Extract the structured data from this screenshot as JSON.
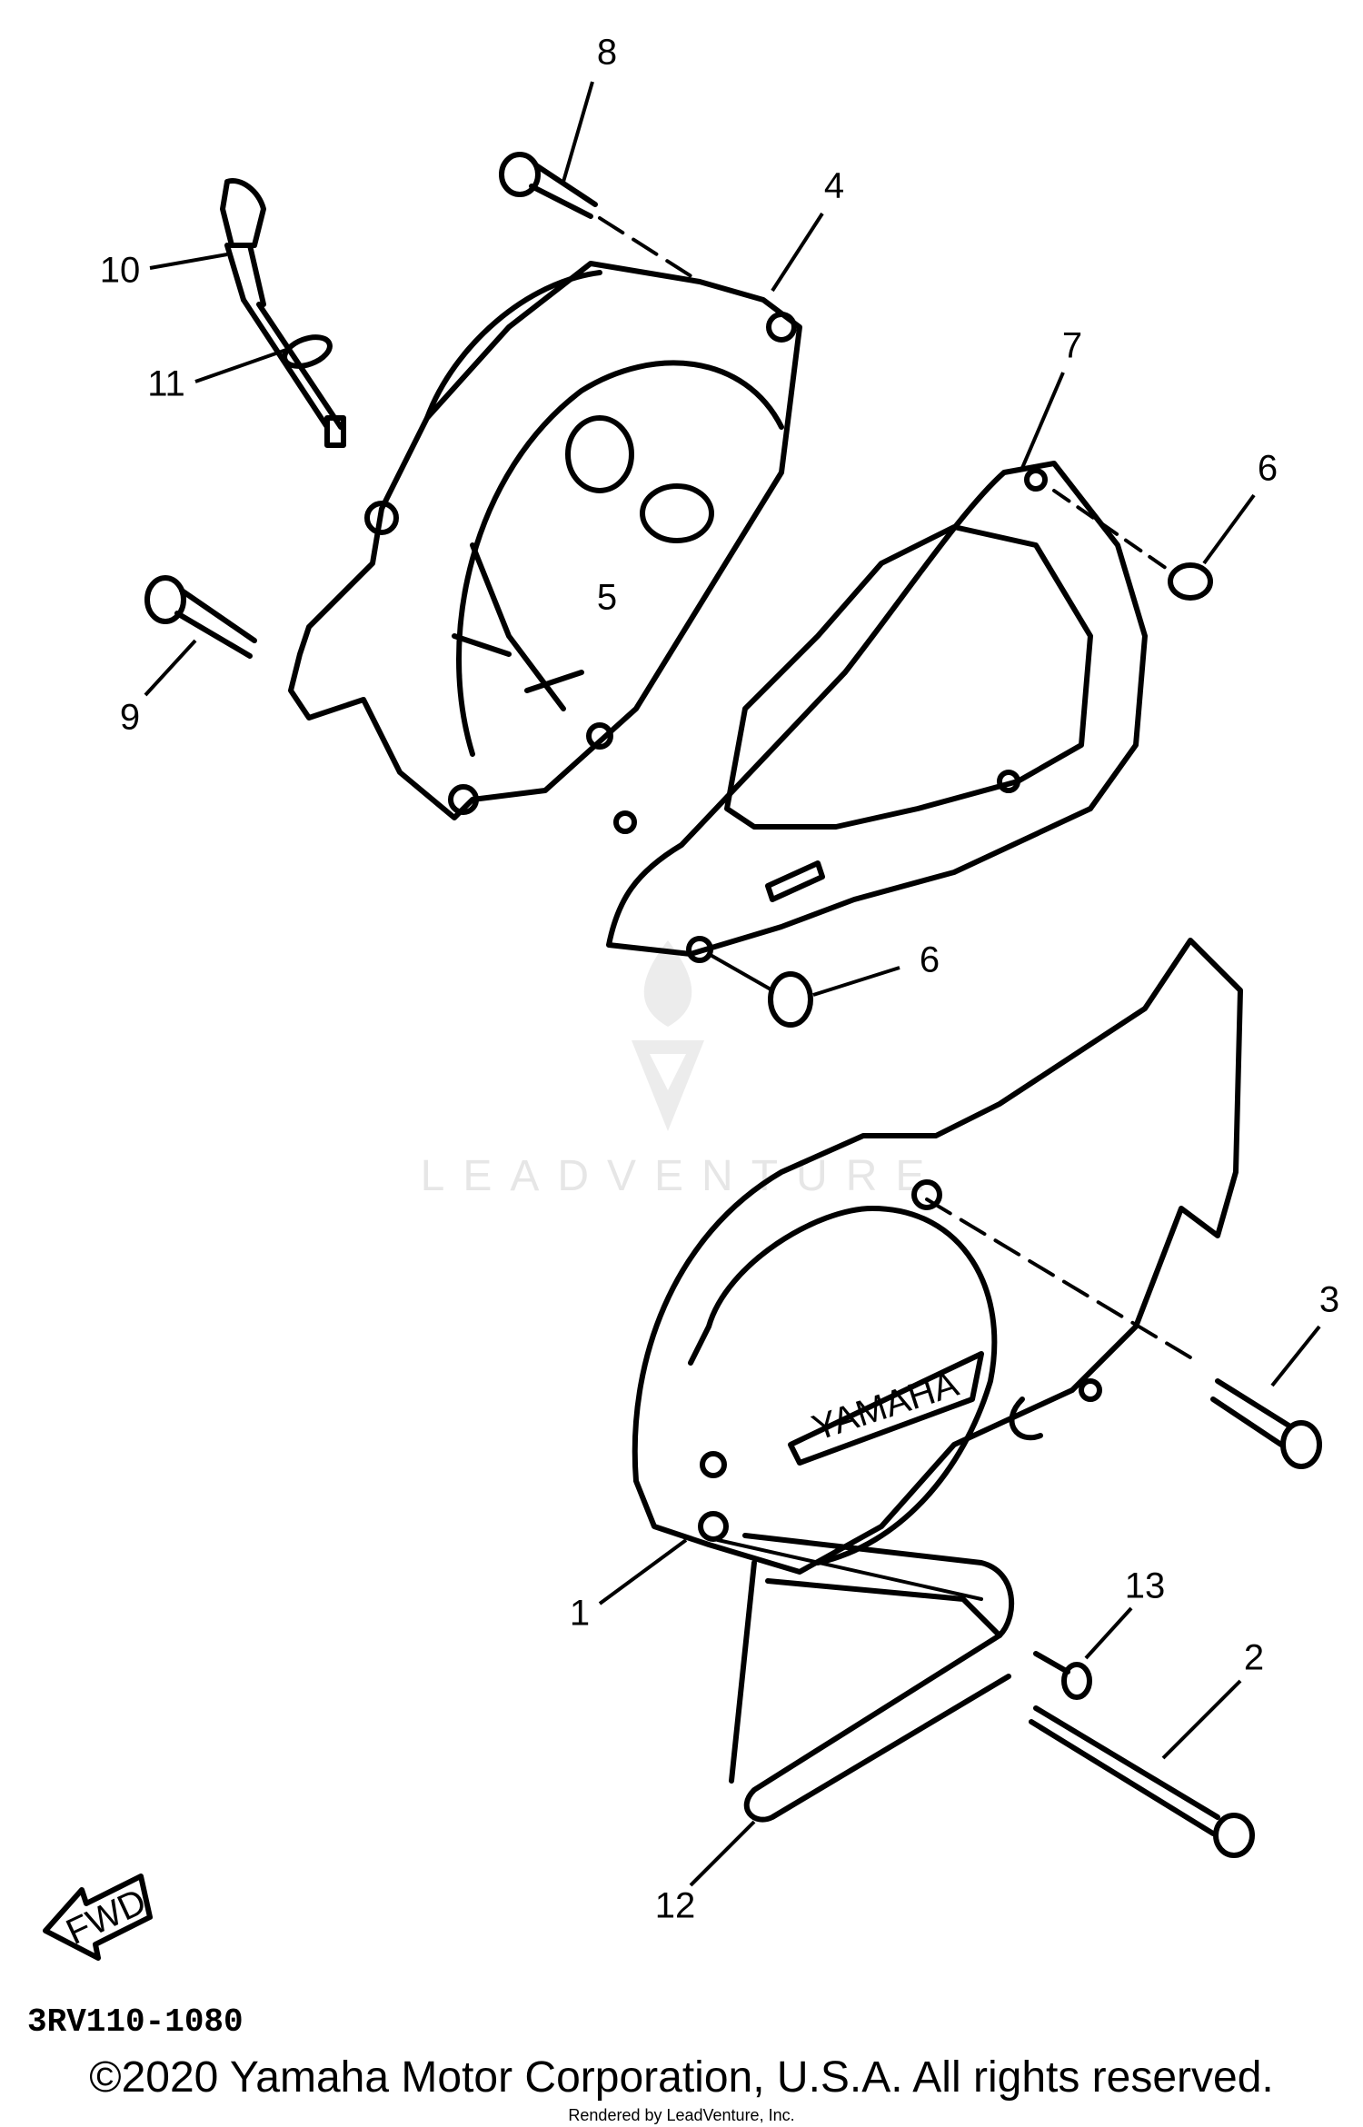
{
  "diagram": {
    "callouts": [
      "8",
      "4",
      "10",
      "11",
      "7",
      "6",
      "5",
      "9",
      "6",
      "3",
      "1",
      "13",
      "2",
      "12"
    ],
    "fwd_label": "FWD",
    "cover_brand": "YAMAHA",
    "watermark": "LEADVENTURE"
  },
  "footer": {
    "part_code": "3RV110-1080",
    "copyright": "©2020 Yamaha Motor Corporation, U.S.A. All rights reserved.",
    "rendered_by": "Rendered by LeadVenture, Inc."
  }
}
